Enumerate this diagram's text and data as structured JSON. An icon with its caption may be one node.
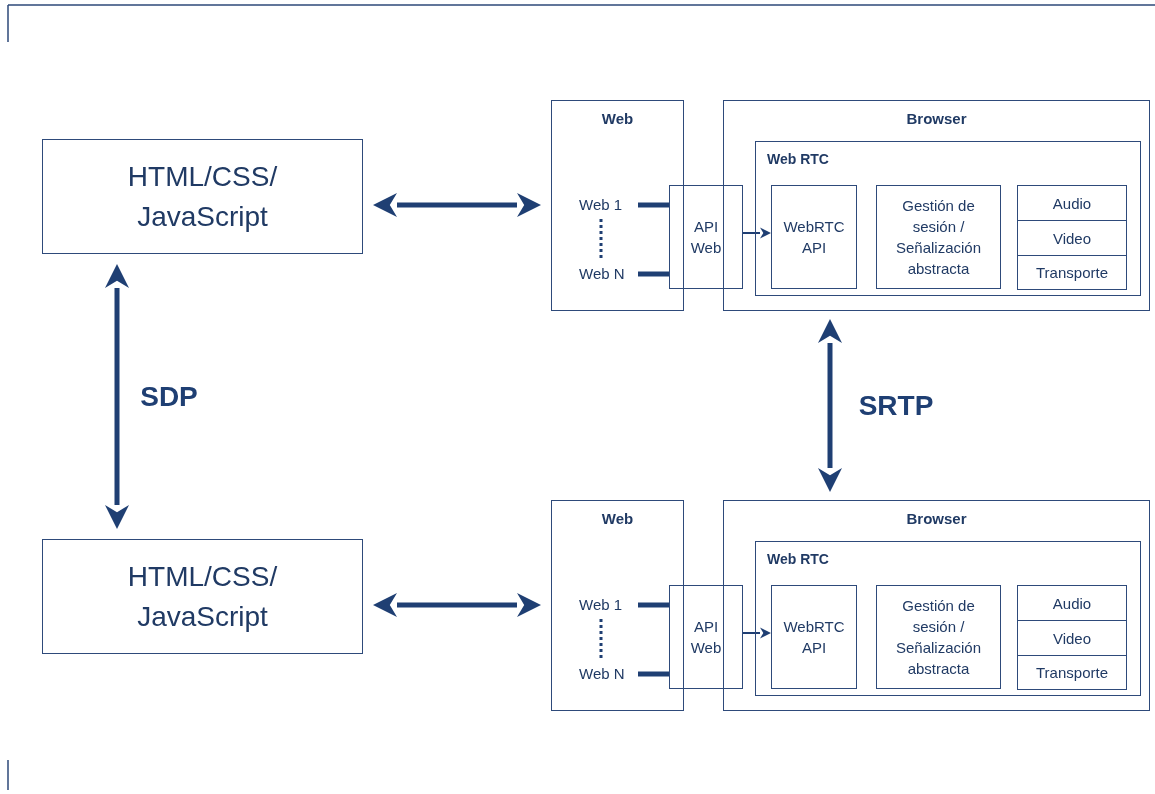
{
  "diagram": {
    "nodes": [
      {
        "text": [
          "HTML/CSS/ JavaScript"
        ]
      },
      {
        "text": [
          "Web"
        ]
      },
      {
        "text": [
          "Web 1"
        ],
        "in": 1
      },
      {
        "text": [
          "Web N"
        ],
        "in": 1
      },
      {
        "text": [
          "API Web"
        ]
      },
      {
        "text": [
          "Browser"
        ]
      },
      {
        "text": [
          "Web RTC"
        ],
        "in": 5
      },
      {
        "text": [
          "WebRTC API"
        ],
        "in": 6
      },
      {
        "text": [
          "Gestión de sesión / Señalización abstracta"
        ],
        "in": 6
      },
      {
        "text": [
          "Audio"
        ],
        "in": 6
      },
      {
        "text": [
          "Video"
        ],
        "in": 6
      },
      {
        "text": [
          "Transporte"
        ],
        "in": 6
      },
      {
        "text": [
          "HTML/CSS/ JavaScript"
        ]
      },
      {
        "text": [
          "Web"
        ]
      },
      {
        "text": [
          "Web 1"
        ],
        "in": 13
      },
      {
        "text": [
          "Web N"
        ],
        "in": 13
      },
      {
        "text": [
          "API Web"
        ]
      },
      {
        "text": [
          "Browser"
        ]
      },
      {
        "text": [
          "Web RTC"
        ],
        "in": 17
      },
      {
        "text": [
          "WebRTC API"
        ],
        "in": 18
      },
      {
        "text": [
          "Gestión de sesión / Señalización abstracta"
        ],
        "in": 18
      },
      {
        "text": [
          "Audio"
        ],
        "in": 18
      },
      {
        "text": [
          "Video"
        ],
        "in": 18
      },
      {
        "text": [
          "Transporte"
        ],
        "in": 18
      }
    ],
    "edges": [
      {
        "from": 0,
        "to": 1,
        "arrow": "both"
      },
      {
        "from": 2,
        "to": 4,
        "arrow": "none"
      },
      {
        "from": 3,
        "to": 4,
        "arrow": "none"
      },
      {
        "from": 4,
        "to": 7,
        "arrow": "to"
      },
      {
        "from": 12,
        "to": 13,
        "arrow": "both"
      },
      {
        "from": 14,
        "to": 16,
        "arrow": "none"
      },
      {
        "from": 15,
        "to": 16,
        "arrow": "none"
      },
      {
        "from": 16,
        "to": 19,
        "arrow": "to"
      },
      {
        "from": 0,
        "to": 12,
        "arrow": "both",
        "label": "SDP"
      },
      {
        "from": 5,
        "to": 17,
        "arrow": "both",
        "label": "SRTP"
      }
    ]
  }
}
